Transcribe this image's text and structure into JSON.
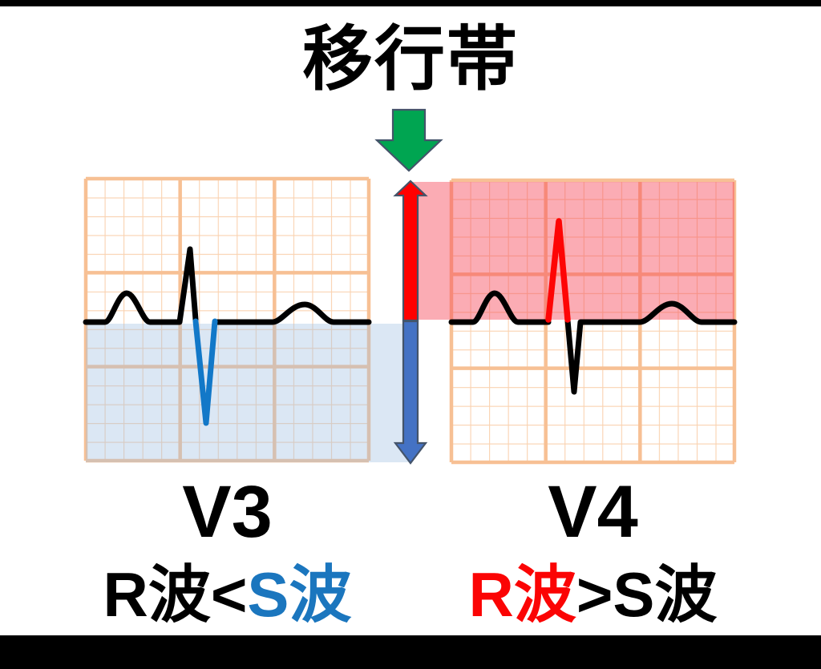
{
  "title": "移行帯",
  "panels": {
    "v3": {
      "lead": "V3",
      "relation_black": "R波<",
      "relation_colored": "S波"
    },
    "v4": {
      "lead": "V4",
      "relation_colored": "R波",
      "relation_black": ">S波"
    }
  },
  "colors": {
    "transition_arrow_green": "#00A551",
    "arrow_outline": "#44546A",
    "r_arrow_red": "#FF0000",
    "s_arrow_blue": "#4472C4",
    "r_wave_trace_red": "#FE0505",
    "s_wave_trace_blue": "#1278C8",
    "r_label_red": "#FB0404",
    "s_label_blue": "#1B76BE",
    "r_zone_pink": "#FBACB4",
    "s_zone_light_blue": "#DEE9F5",
    "grid_minor": "#FAD2B0",
    "grid_major": "#F7C094",
    "trace_black": "#000000",
    "letterbox_black": "#000000"
  }
}
